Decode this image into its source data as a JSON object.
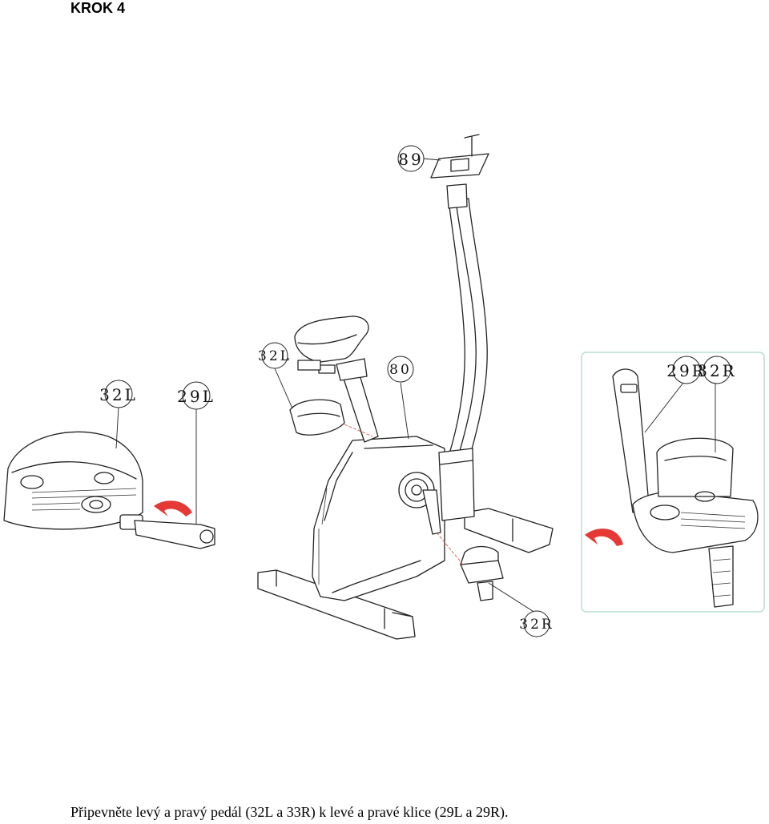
{
  "step_title": "KROK 4",
  "caption": "Připevněte levý a pravý pedál (32L a 33R) k levé a pravé klice (29L a 29R).",
  "callouts": {
    "seat_post": "89",
    "pedal_left_main": "32L",
    "crank_left_detail": "29L",
    "pedal_left_detail": "32L",
    "frame": "80",
    "crank_right_detail": "29R",
    "pedal_right_detail": "32R",
    "pedal_right_main": "32R"
  },
  "colors": {
    "line": "#222222",
    "arrow": "#e53935",
    "detail_frame": "#b9ddd4"
  }
}
